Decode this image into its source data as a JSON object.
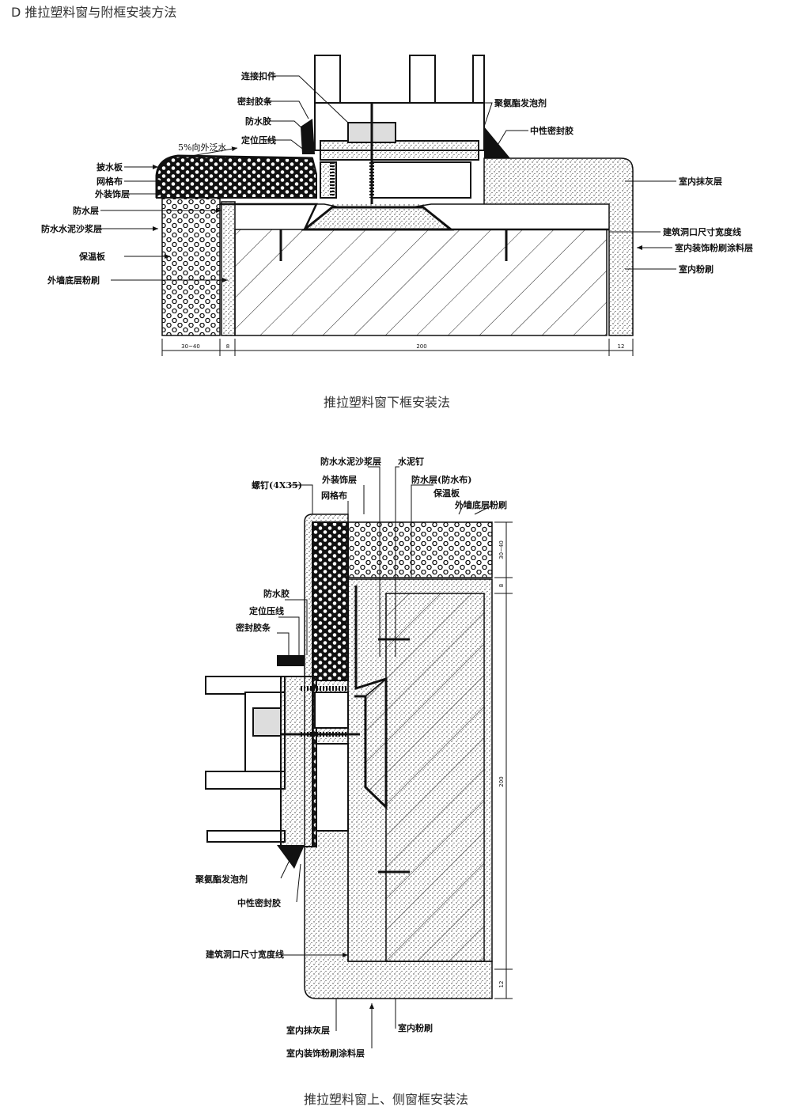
{
  "header": "D  推拉塑料窗与附框安装方法",
  "diagram1": {
    "caption": "推拉塑料窗下框安装法",
    "labels": {
      "lianjiekoujian": "连接扣件",
      "mifengjiaotiao": "密封胶条",
      "fangshuijiao": "防水胶",
      "dingweiyaxian": "定位压线",
      "slope": "5%向外泛水",
      "pishuiban": "披水板",
      "wanggebu": "网格布",
      "waizhuangshi": "外装饰层",
      "fangshuiceng": "防水层",
      "fangshuishajiang": "防水水泥沙浆层",
      "baowenban": "保温板",
      "waiqiangdiceng": "外墙底层粉刷",
      "juanzhi": "聚氨酯发泡剂",
      "zhongxingjiao": "中性密封胶",
      "shineimohui": "室内抹灰层",
      "dongkouxian": "建筑洞口尺寸宽度线",
      "shineizhuangshi": "室内装饰粉刷涂料层",
      "shineifenshua": "室内粉刷"
    },
    "dims": [
      "30~40",
      "8",
      "200",
      "12"
    ]
  },
  "diagram2": {
    "caption": "推拉塑料窗上、侧窗框安装法",
    "labels": {
      "fangshuishajiang": "防水水泥沙浆层",
      "shuinideng": "水泥钉",
      "luoding": "螺钉(4X35)",
      "waizhuangshi": "外装饰层",
      "fangshuiceng": "防水层(防水布)",
      "wanggebu": "网格布",
      "baowenban": "保温板",
      "waiqiangdiceng": "外墙底层粉刷",
      "fangshuijiao": "防水胶",
      "dingweiyaxian": "定位压线",
      "mifengjiaotiao": "密封胶条",
      "juanzhi": "聚氨酯发泡剂",
      "zhongxingjiao": "中性密封胶",
      "dongkouxian": "建筑洞口尺寸宽度线",
      "shineimohui": "室内抹灰层",
      "shineifenshua": "室内粉刷",
      "shineizhuangshi": "室内装饰粉刷涂料层"
    },
    "dims": [
      "30~40",
      "8",
      "200",
      "12"
    ]
  }
}
